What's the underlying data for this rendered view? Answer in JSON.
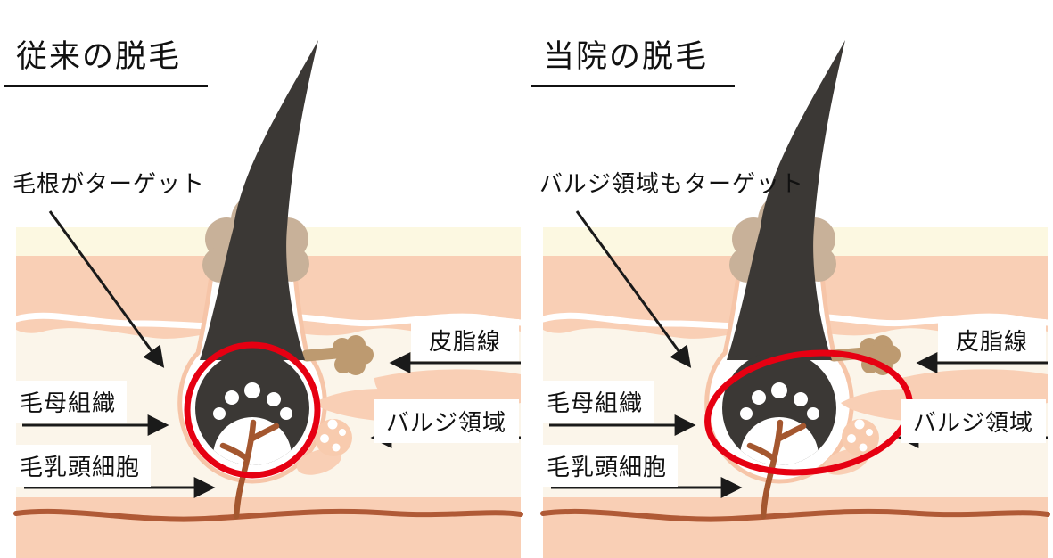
{
  "page": {
    "type": "hair-removal-comparison-infographic",
    "background": "#ffffff"
  },
  "panels": [
    {
      "id": "conventional",
      "title": "従来の脱毛",
      "annotation": "毛根がターゲット",
      "target_marker": "red circle around hair root bulb only"
    },
    {
      "id": "clinic",
      "title": "当院の脱毛",
      "annotation": "バルジ領域もターゲット",
      "target_marker": "red ellipse around hair root bulb and bulge region"
    }
  ],
  "anatomy_labels": {
    "matrix": "毛母組織",
    "papilla": "毛乳頭細胞",
    "sebaceous": "皮脂線",
    "bulge": "バルジ領域"
  },
  "colors": {
    "highlight_red": "#e60012",
    "hair_dark": "#3b3835",
    "skin_pink": "#f9cfb5",
    "skin_cream": "#fbf5ea",
    "skin_yellow": "#fcf8e1",
    "follicle_outline_pink": "#f6c5a8",
    "sebaceous_tan": "#bd9a70",
    "pore_cloud_tan": "#c8b199",
    "vessel_brown": "#b05a36",
    "papilla_branch_brown": "#a4572f",
    "bulge_pink": "#f8cbae",
    "text_black": "#1a1a1a"
  }
}
